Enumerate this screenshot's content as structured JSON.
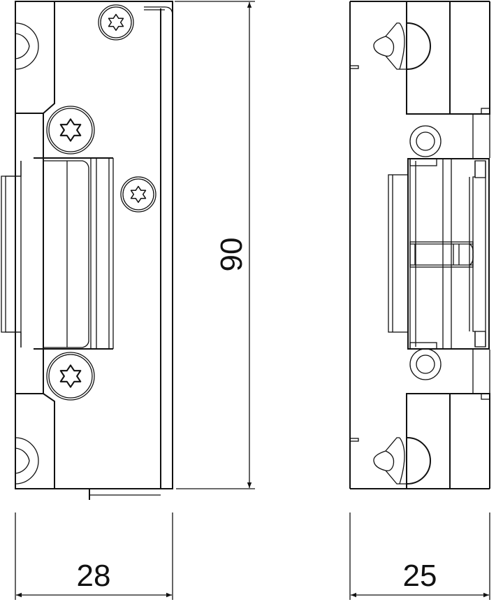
{
  "drawing": {
    "type": "technical drawing",
    "subject": "electric door strike",
    "views": [
      {
        "name": "front view",
        "width_dimension": "28"
      },
      {
        "name": "side view",
        "width_dimension": "25"
      }
    ],
    "height_dimension": "90",
    "line_color": "#111111",
    "background": "#ffffff"
  }
}
